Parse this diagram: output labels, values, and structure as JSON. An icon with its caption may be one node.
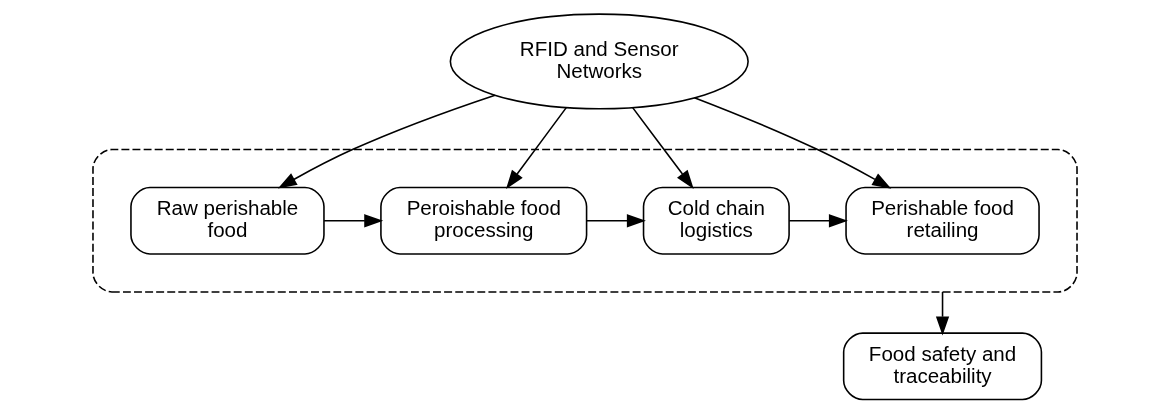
{
  "diagram": {
    "nodes": [
      {
        "text": [
          "RFID and Sensor Networks"
        ]
      },
      {
        "text": [
          "Food safety and traceability"
        ]
      },
      {
        "text": [],
        "shape": "ellipse"
      },
      {
        "text": [
          "Raw perishable food"
        ],
        "in": 2
      },
      {
        "text": [
          "Peroishable food processing"
        ],
        "in": 2
      },
      {
        "text": [
          "Cold chain logistics"
        ],
        "in": 2
      },
      {
        "text": [
          "Perishable food retailing"
        ],
        "in": 2
      }
    ],
    "edges": [
      {
        "from": 0,
        "to": 3,
        "arrow": "to"
      },
      {
        "from": 0,
        "to": 4,
        "arrow": "to"
      },
      {
        "from": 0,
        "to": 5,
        "arrow": "to"
      },
      {
        "from": 0,
        "to": 6,
        "arrow": "to"
      },
      {
        "from": 3,
        "to": 4,
        "arrow": "to"
      },
      {
        "from": 4,
        "to": 5,
        "arrow": "to"
      },
      {
        "from": 5,
        "to": 6,
        "arrow": "to"
      },
      {
        "from": 2,
        "to": 1,
        "arrow": "to"
      }
    ]
  }
}
